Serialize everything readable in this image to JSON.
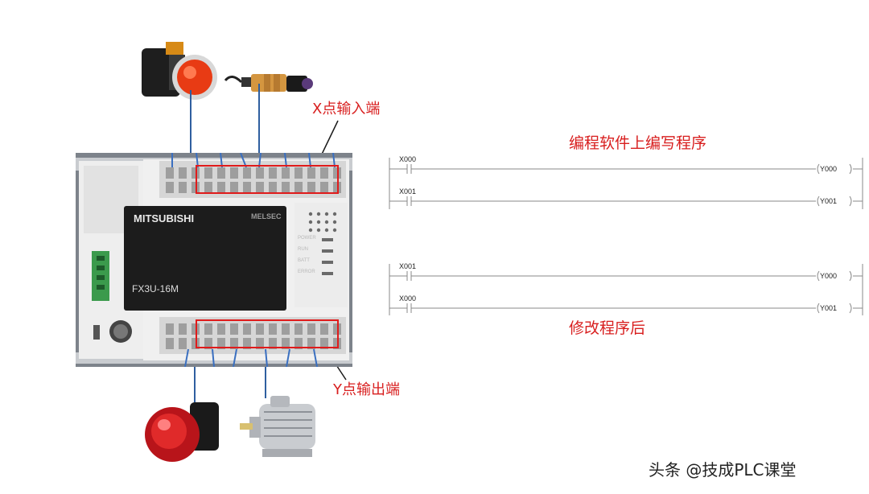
{
  "labels": {
    "x_input": "X点输入端",
    "y_output": "Y点输出端",
    "program_title": "编程软件上编写程序",
    "modified_title": "修改程序后",
    "watermark": "头条 @技成PLC课堂"
  },
  "plc": {
    "brand": "MITSUBISHI",
    "series_badge": "MELSEC",
    "model": "FX3U-16M",
    "led_labels": [
      "POWER",
      "RUN",
      "BATT",
      "ERROR"
    ]
  },
  "ladder_before": [
    {
      "contact": "X000",
      "coil": "Y000"
    },
    {
      "contact": "X001",
      "coil": "Y001"
    }
  ],
  "ladder_after": [
    {
      "contact": "X001",
      "coil": "Y000"
    },
    {
      "contact": "X000",
      "coil": "Y001"
    }
  ],
  "colors": {
    "annotation": "#d81e1e",
    "wire": "#2f5fa0",
    "rung_line": "#888888"
  },
  "devices": [
    "push-button",
    "photoelectric-sensor",
    "indicator-lamp",
    "motor"
  ]
}
